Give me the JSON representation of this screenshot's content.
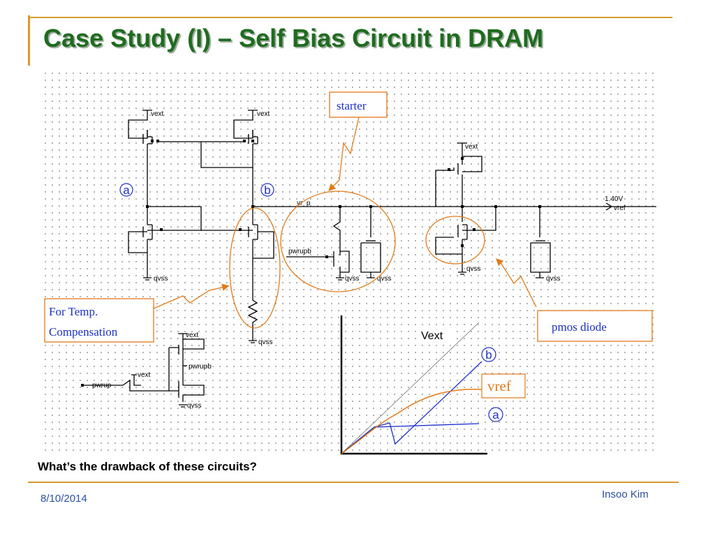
{
  "slide": {
    "title": "Case Study (I) – Self Bias Circuit in DRAM",
    "question": "What’s the drawback of these circuits?",
    "date": "8/10/2014",
    "author": "Insoo Kim"
  },
  "schematic": {
    "labels": {
      "vext": "vext",
      "qvss": "qvss",
      "vr_p": "vr_p",
      "pwrupb": "pwrupb",
      "pwrup": "pwrup",
      "vref_value": "1.40V",
      "vref": "vref",
      "node_a": "a",
      "node_b": "b"
    }
  },
  "annotations": {
    "starter": "starter",
    "temp_line1": "For Temp.",
    "temp_line2": "Compensation",
    "pmos_diode": "pmos diode"
  },
  "graph": {
    "x_label": "Vext",
    "curve_b": "b",
    "curve_vref": "vref",
    "curve_a": "a"
  },
  "colors": {
    "title": "#1f6b1f",
    "accent": "#d79a2b",
    "annotation": "#e07a1a",
    "curve_blue": "#1c2fc8",
    "curve_orange": "#e07a1a"
  }
}
